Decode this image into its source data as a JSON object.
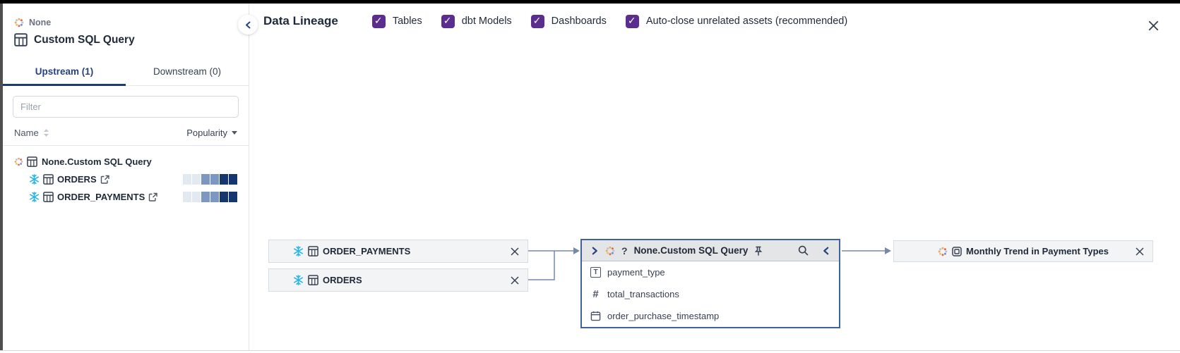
{
  "sidebar": {
    "source_label": "None",
    "title": "Custom SQL Query",
    "tabs": {
      "upstream": "Upstream (1)",
      "downstream": "Downstream (0)"
    },
    "filter_placeholder": "Filter",
    "sort": {
      "name_label": "Name",
      "popularity_label": "Popularity"
    },
    "tree": {
      "root_label": "None.Custom SQL Query",
      "children": [
        {
          "label": "ORDERS",
          "popularity_levels": [
            0,
            0,
            1,
            1,
            2,
            2
          ]
        },
        {
          "label": "ORDER_PAYMENTS",
          "popularity_levels": [
            0,
            0,
            1,
            1,
            2,
            2
          ]
        }
      ]
    }
  },
  "header": {
    "title": "Data Lineage",
    "checkboxes": [
      {
        "label": "Tables",
        "checked": true
      },
      {
        "label": "dbt Models",
        "checked": true
      },
      {
        "label": "Dashboards",
        "checked": true
      },
      {
        "label": "Auto-close unrelated assets (recommended)",
        "checked": true
      }
    ]
  },
  "graph": {
    "nodes": {
      "order_payments": {
        "label": "ORDER_PAYMENTS"
      },
      "orders": {
        "label": "ORDERS"
      },
      "center": {
        "title": "None.Custom SQL Query",
        "fields": [
          {
            "type": "text",
            "label": "payment_type"
          },
          {
            "type": "number",
            "label": "total_transactions"
          },
          {
            "type": "date",
            "label": "order_purchase_timestamp"
          }
        ]
      },
      "dashboard": {
        "label": "Monthly Trend in Payment Types"
      }
    }
  },
  "colors": {
    "checkbox_purple": "#5b2d8f",
    "snowflake_cyan": "#29b5e8",
    "active_tab_blue": "#26427f",
    "selected_node_border": "#41629e",
    "edge_line": "#7689ad",
    "popularity_scale": [
      "#e3e9f1",
      "#7d97c3",
      "#15366f"
    ]
  }
}
